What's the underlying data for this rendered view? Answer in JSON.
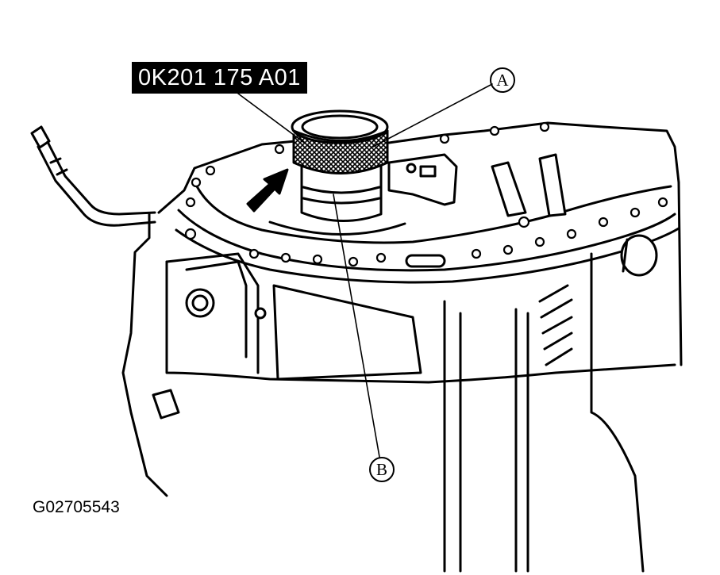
{
  "figure": {
    "tool_number": "0K201 175 A01",
    "callout_a": "A",
    "callout_b": "B",
    "figure_code": "G02705543"
  },
  "colors": {
    "line": "#000000",
    "background": "#ffffff"
  }
}
